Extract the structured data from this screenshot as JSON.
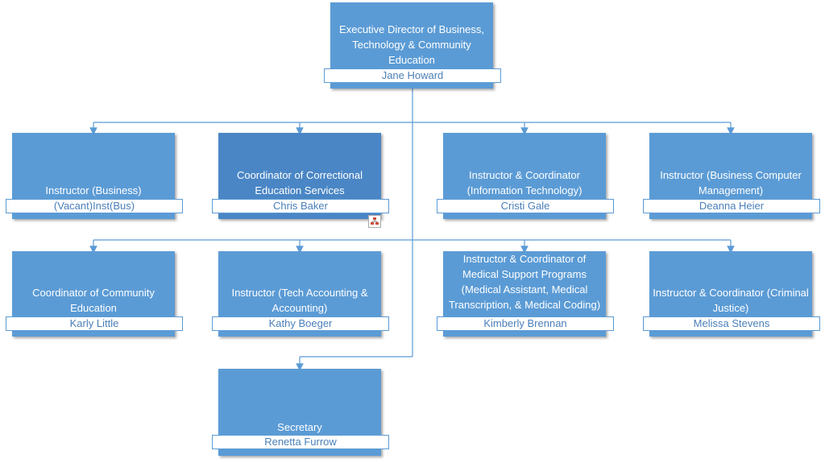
{
  "colors": {
    "box": "#5b9bd5",
    "box_selected": "#4a86c5",
    "connector": "#5b9bd5",
    "name_text": "#4a7fb8"
  },
  "root": {
    "title": "Executive Director of Business, Technology & Community Education",
    "name": "Jane Howard"
  },
  "nodes": [
    {
      "title": "Instructor (Business)",
      "name": "(Vacant)Inst(Bus)"
    },
    {
      "title": "Coordinator of Correctional Education Services",
      "name": "Chris Baker"
    },
    {
      "title": "Instructor & Coordinator (Information Technology)",
      "name": "Cristi Gale"
    },
    {
      "title": "Instructor (Business Computer Management)",
      "name": "Deanna Heier"
    },
    {
      "title": "Coordinator of Community Education",
      "name": "Karly Little"
    },
    {
      "title": "Instructor (Tech Accounting & Accounting)",
      "name": "Kathy Boeger"
    },
    {
      "title": "Instructor & Coordinator of Medical Support Programs (Medical Assistant, Medical Transcription, & Medical Coding)",
      "name": "Kimberly Brennan"
    },
    {
      "title": "Instructor & Coordinator (Criminal Justice)",
      "name": "Melissa Stevens"
    },
    {
      "title": "Secretary",
      "name": "Renetta Furrow"
    }
  ],
  "icons": {
    "subordinate_marker": "org-chart-icon"
  }
}
